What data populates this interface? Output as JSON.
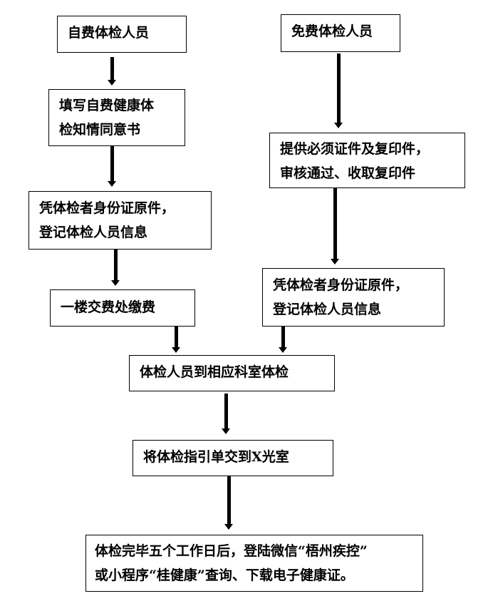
{
  "flowchart": {
    "left_branch": {
      "start": [
        "自费体检人员"
      ],
      "step1": [
        "填写自费健康体",
        "检知情同意书"
      ],
      "step2": [
        "凭体检者身份证原件，",
        "登记体检人员信息"
      ],
      "step3": [
        "一楼交费处缴费"
      ]
    },
    "right_branch": {
      "start": [
        "免费体检人员"
      ],
      "step1": [
        "提供必须证件及复印件，",
        "审核通过、收取复印件"
      ],
      "step2": [
        "凭体检者身份证原件，",
        "登记体检人员信息"
      ]
    },
    "merge": {
      "step1": [
        "体检人员到相应科室体检"
      ],
      "step2": [
        "将体检指引单交到X光室"
      ],
      "final": [
        "体检完毕五个工作日后，登陆微信“梧州疾控”",
        "或小程序“桂健康”查询、下载电子健康证。"
      ]
    }
  }
}
